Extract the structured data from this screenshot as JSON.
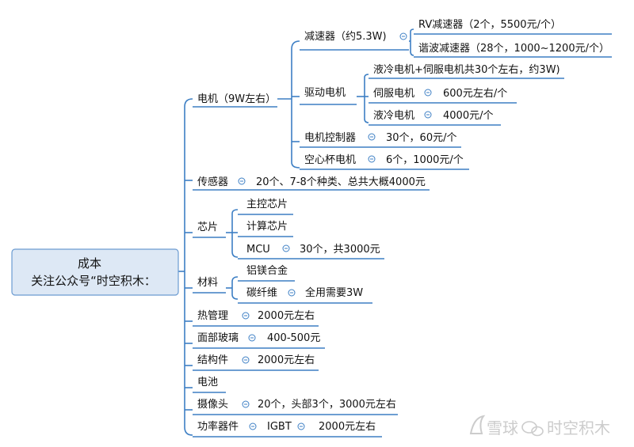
{
  "root": {
    "line1": "成本",
    "line2": "关注公众号“时空积木："
  },
  "nodes": {
    "motor": "电机（9W左右）",
    "reducer": "减速器（约5.3W)",
    "rv_reducer": "RV减速器（2个，5500元/个）",
    "harmonic_reducer": "谐波减速器（28个，1000~1200元/个）",
    "drive_motor": "驱动电机",
    "hydraulic_servo_total": "液冷电机+伺服电机共30个左右，约3W)",
    "servo_motor": "伺服电机",
    "servo_motor_price": "600元左右/个",
    "hydraulic_motor": "液冷电机",
    "hydraulic_motor_price": "4000元/个",
    "motor_controller": "电机控制器",
    "motor_controller_detail": "30个，60元/个",
    "coreless_motor": "空心杯电机",
    "coreless_motor_detail": "6个，1000元/个",
    "sensor": "传感器",
    "sensor_detail": "20个、7-8个种类、总共大概4000元",
    "chip": "芯片",
    "main_chip": "主控芯片",
    "compute_chip": "计算芯片",
    "mcu": "MCU",
    "mcu_detail": "30个，共3000元",
    "material": "材料",
    "al_mg_alloy": "铝镁合金",
    "carbon_fiber": "碳纤维",
    "carbon_fiber_detail": "全用需要3W",
    "thermal": "热管理",
    "thermal_detail": "2000元左右",
    "face_glass": "面部玻璃",
    "face_glass_detail": "400-500元",
    "structure": "结构件",
    "structure_detail": "2000元左右",
    "battery": "电池",
    "camera": "摄像头",
    "camera_detail": "20个，头部3个，3000元左右",
    "power_device": "功率器件",
    "igbt": "IGBT",
    "igbt_detail": "2000元左右"
  },
  "watermark": {
    "brand": "雪球",
    "account": "时空积木"
  },
  "colors": {
    "line": "#3d7fc4",
    "root_fill": "#dde8f5",
    "root_border": "#6b9bd1",
    "text": "#111111"
  }
}
